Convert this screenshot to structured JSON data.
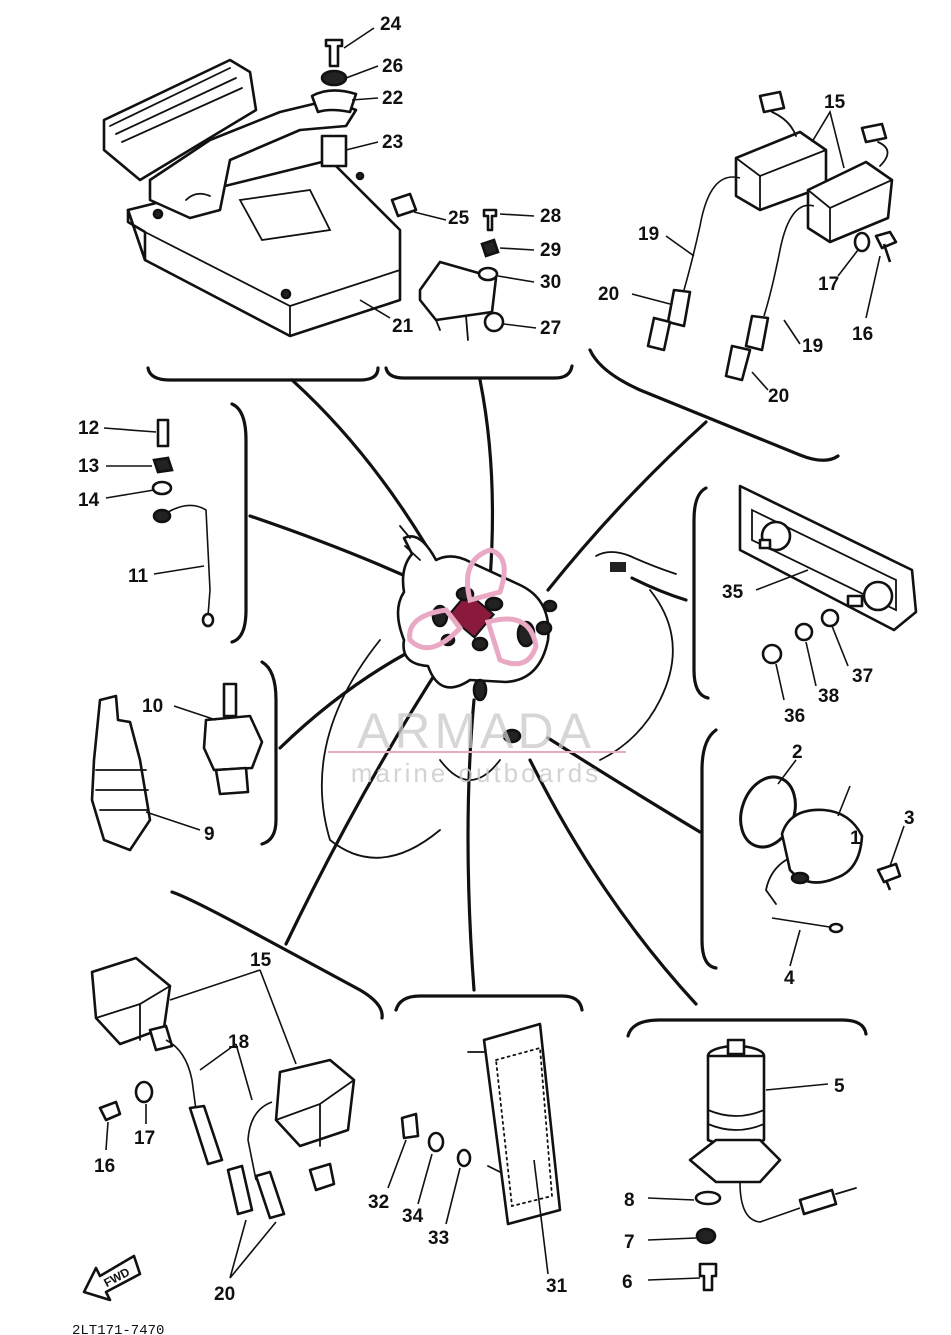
{
  "watermark": {
    "brand": "ARMADA",
    "tagline": "marine outboards",
    "accent_color": "#e9a9c5"
  },
  "diagram_code": "2LT171-7470",
  "forward_arrow_label": "FWD",
  "callouts": {
    "p1": "1",
    "p2": "2",
    "p3": "3",
    "p4": "4",
    "p5": "5",
    "p6": "6",
    "p7": "7",
    "p8": "8",
    "p9": "9",
    "p10": "10",
    "p11": "11",
    "p12": "12",
    "p13": "13",
    "p14": "14",
    "p15_top": "15",
    "p15_bottom": "15",
    "p16_top": "16",
    "p16_bottom": "16",
    "p17_top": "17",
    "p17_bottom": "17",
    "p18": "18",
    "p19_left": "19",
    "p19_right": "19",
    "p20_left": "20",
    "p20_right": "20",
    "p20_bottom": "20",
    "p21": "21",
    "p22": "22",
    "p23": "23",
    "p24": "24",
    "p25": "25",
    "p26": "26",
    "p27": "27",
    "p28": "28",
    "p29": "29",
    "p30": "30",
    "p31": "31",
    "p32": "32",
    "p33": "33",
    "p34": "34",
    "p35": "35",
    "p36": "36",
    "p37": "37",
    "p38": "38"
  }
}
